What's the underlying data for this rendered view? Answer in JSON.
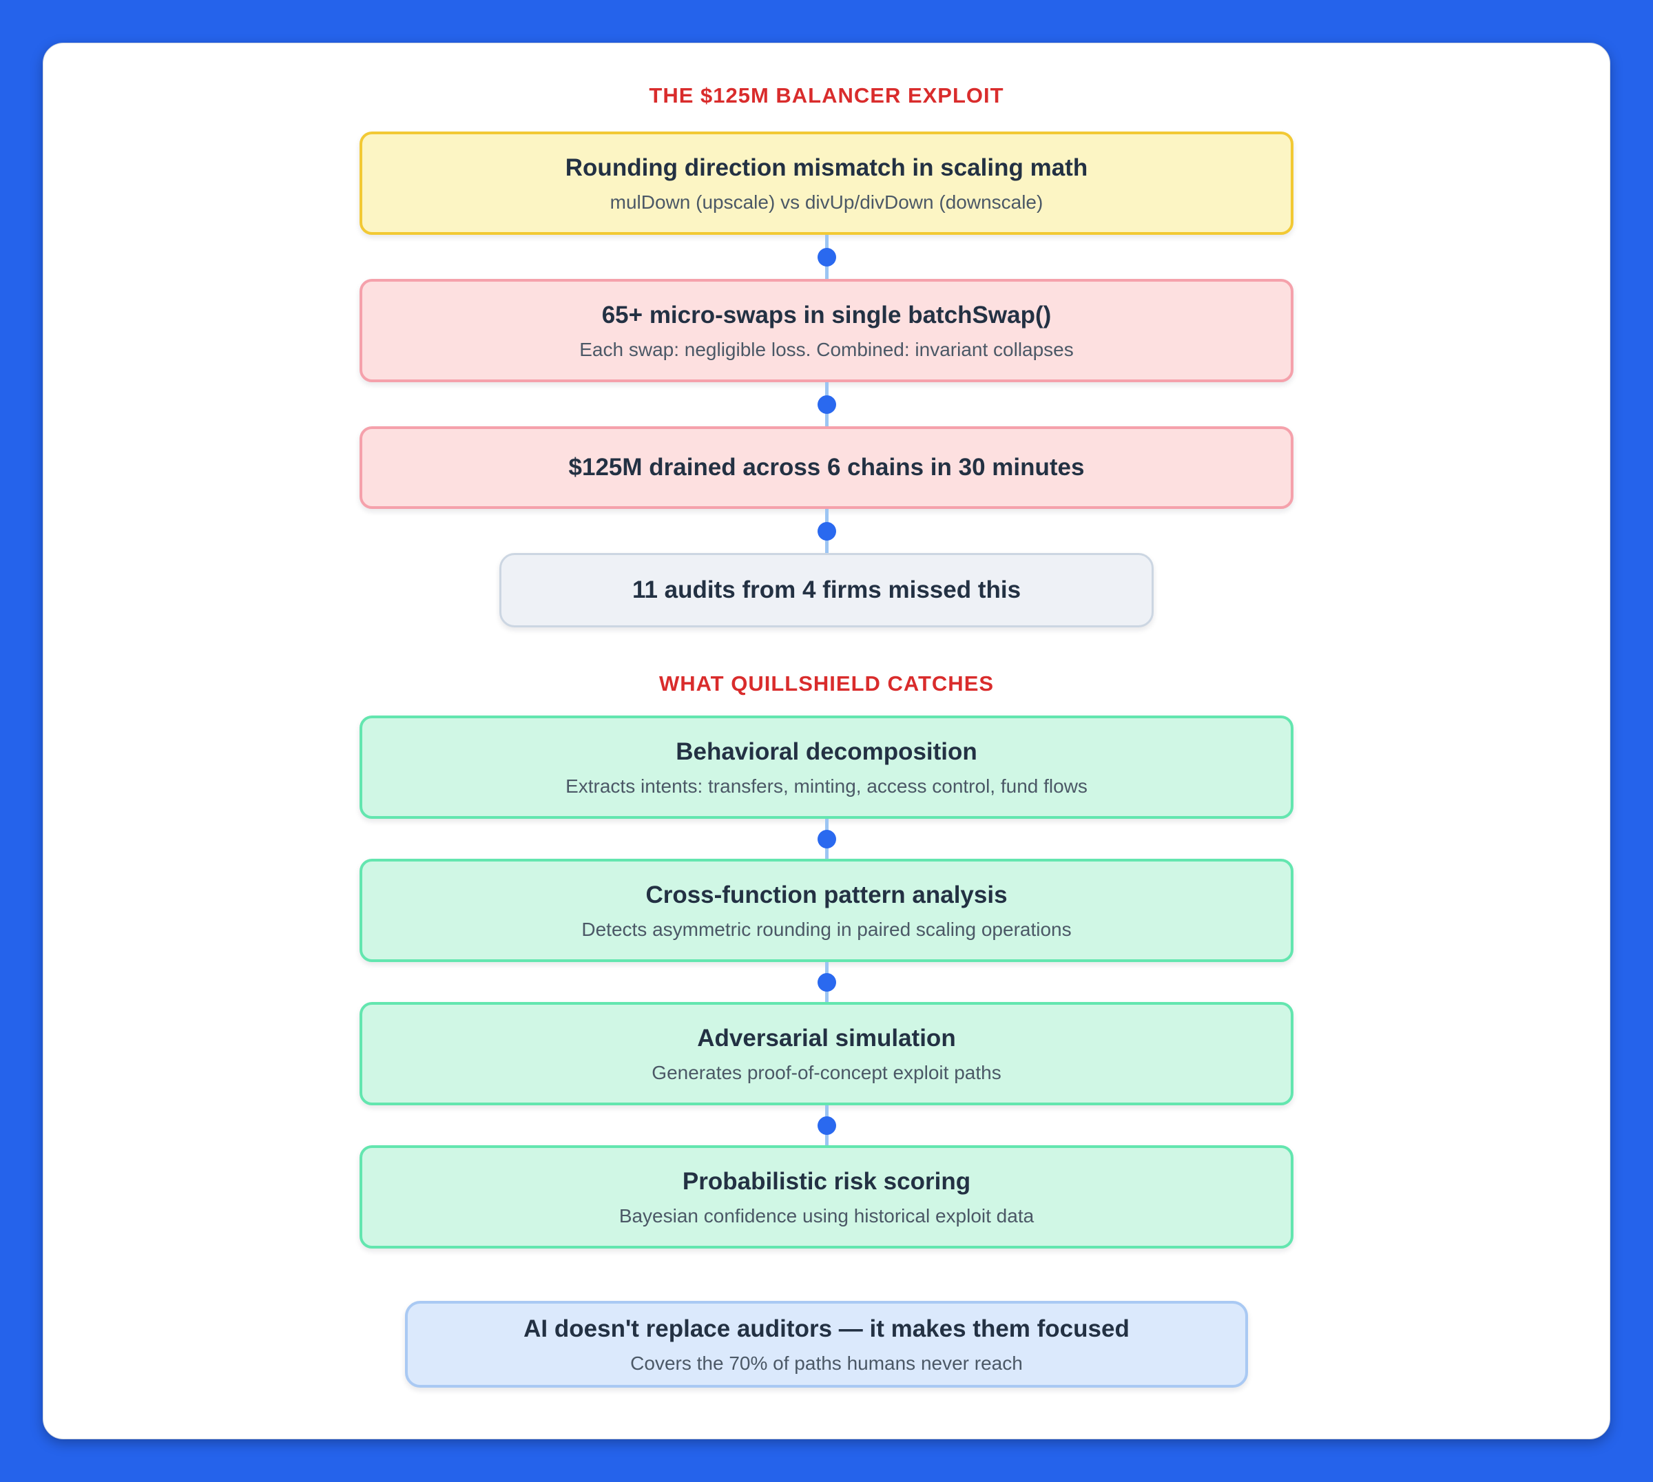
{
  "colors": {
    "page_background": "#2563eb",
    "card_background": "#ffffff",
    "heading_red": "#d92c2c",
    "node_title": "#233143",
    "node_subtitle": "#4b5866",
    "yellow_fill": "#fcf5c4",
    "yellow_border": "#f2c934",
    "pink_fill": "#fde0e0",
    "pink_border": "#f5a1ab",
    "gray_fill": "#eef1f6",
    "gray_border": "#ccd6e2",
    "green_fill": "#d0f7e5",
    "green_border": "#63e6af",
    "blue_fill": "#dbe9fc",
    "blue_border": "#a9c9f3",
    "connector_line": "#9cc5f3",
    "connector_dot": "#2a69ef"
  },
  "sections": [
    {
      "heading": "THE $125M BALANCER EXPLOIT",
      "nodes": [
        {
          "variant": "yellow",
          "title": "Rounding direction mismatch in scaling math",
          "subtitle": "mulDown (upscale) vs divUp/divDown (downscale)"
        },
        {
          "variant": "pink",
          "title": "65+ micro-swaps in single batchSwap()",
          "subtitle": "Each swap: negligible loss. Combined: invariant collapses"
        },
        {
          "variant": "pink",
          "title": "$125M drained across 6 chains in 30 minutes"
        },
        {
          "variant": "gray",
          "title": "11 audits from 4 firms missed this"
        }
      ]
    },
    {
      "heading": "WHAT QUILLSHIELD CATCHES",
      "nodes": [
        {
          "variant": "green",
          "title": "Behavioral decomposition",
          "subtitle": "Extracts intents: transfers, minting, access control, fund flows"
        },
        {
          "variant": "green",
          "title": "Cross-function pattern analysis",
          "subtitle": "Detects asymmetric rounding in paired scaling operations"
        },
        {
          "variant": "green",
          "title": "Adversarial simulation",
          "subtitle": "Generates proof-of-concept exploit paths"
        },
        {
          "variant": "green",
          "title": "Probabilistic risk scoring",
          "subtitle": "Bayesian confidence using historical exploit data"
        }
      ]
    }
  ],
  "footer": {
    "variant": "blue",
    "title": "AI doesn't replace auditors — it makes them focused",
    "subtitle": "Covers the 70% of paths humans never reach"
  }
}
